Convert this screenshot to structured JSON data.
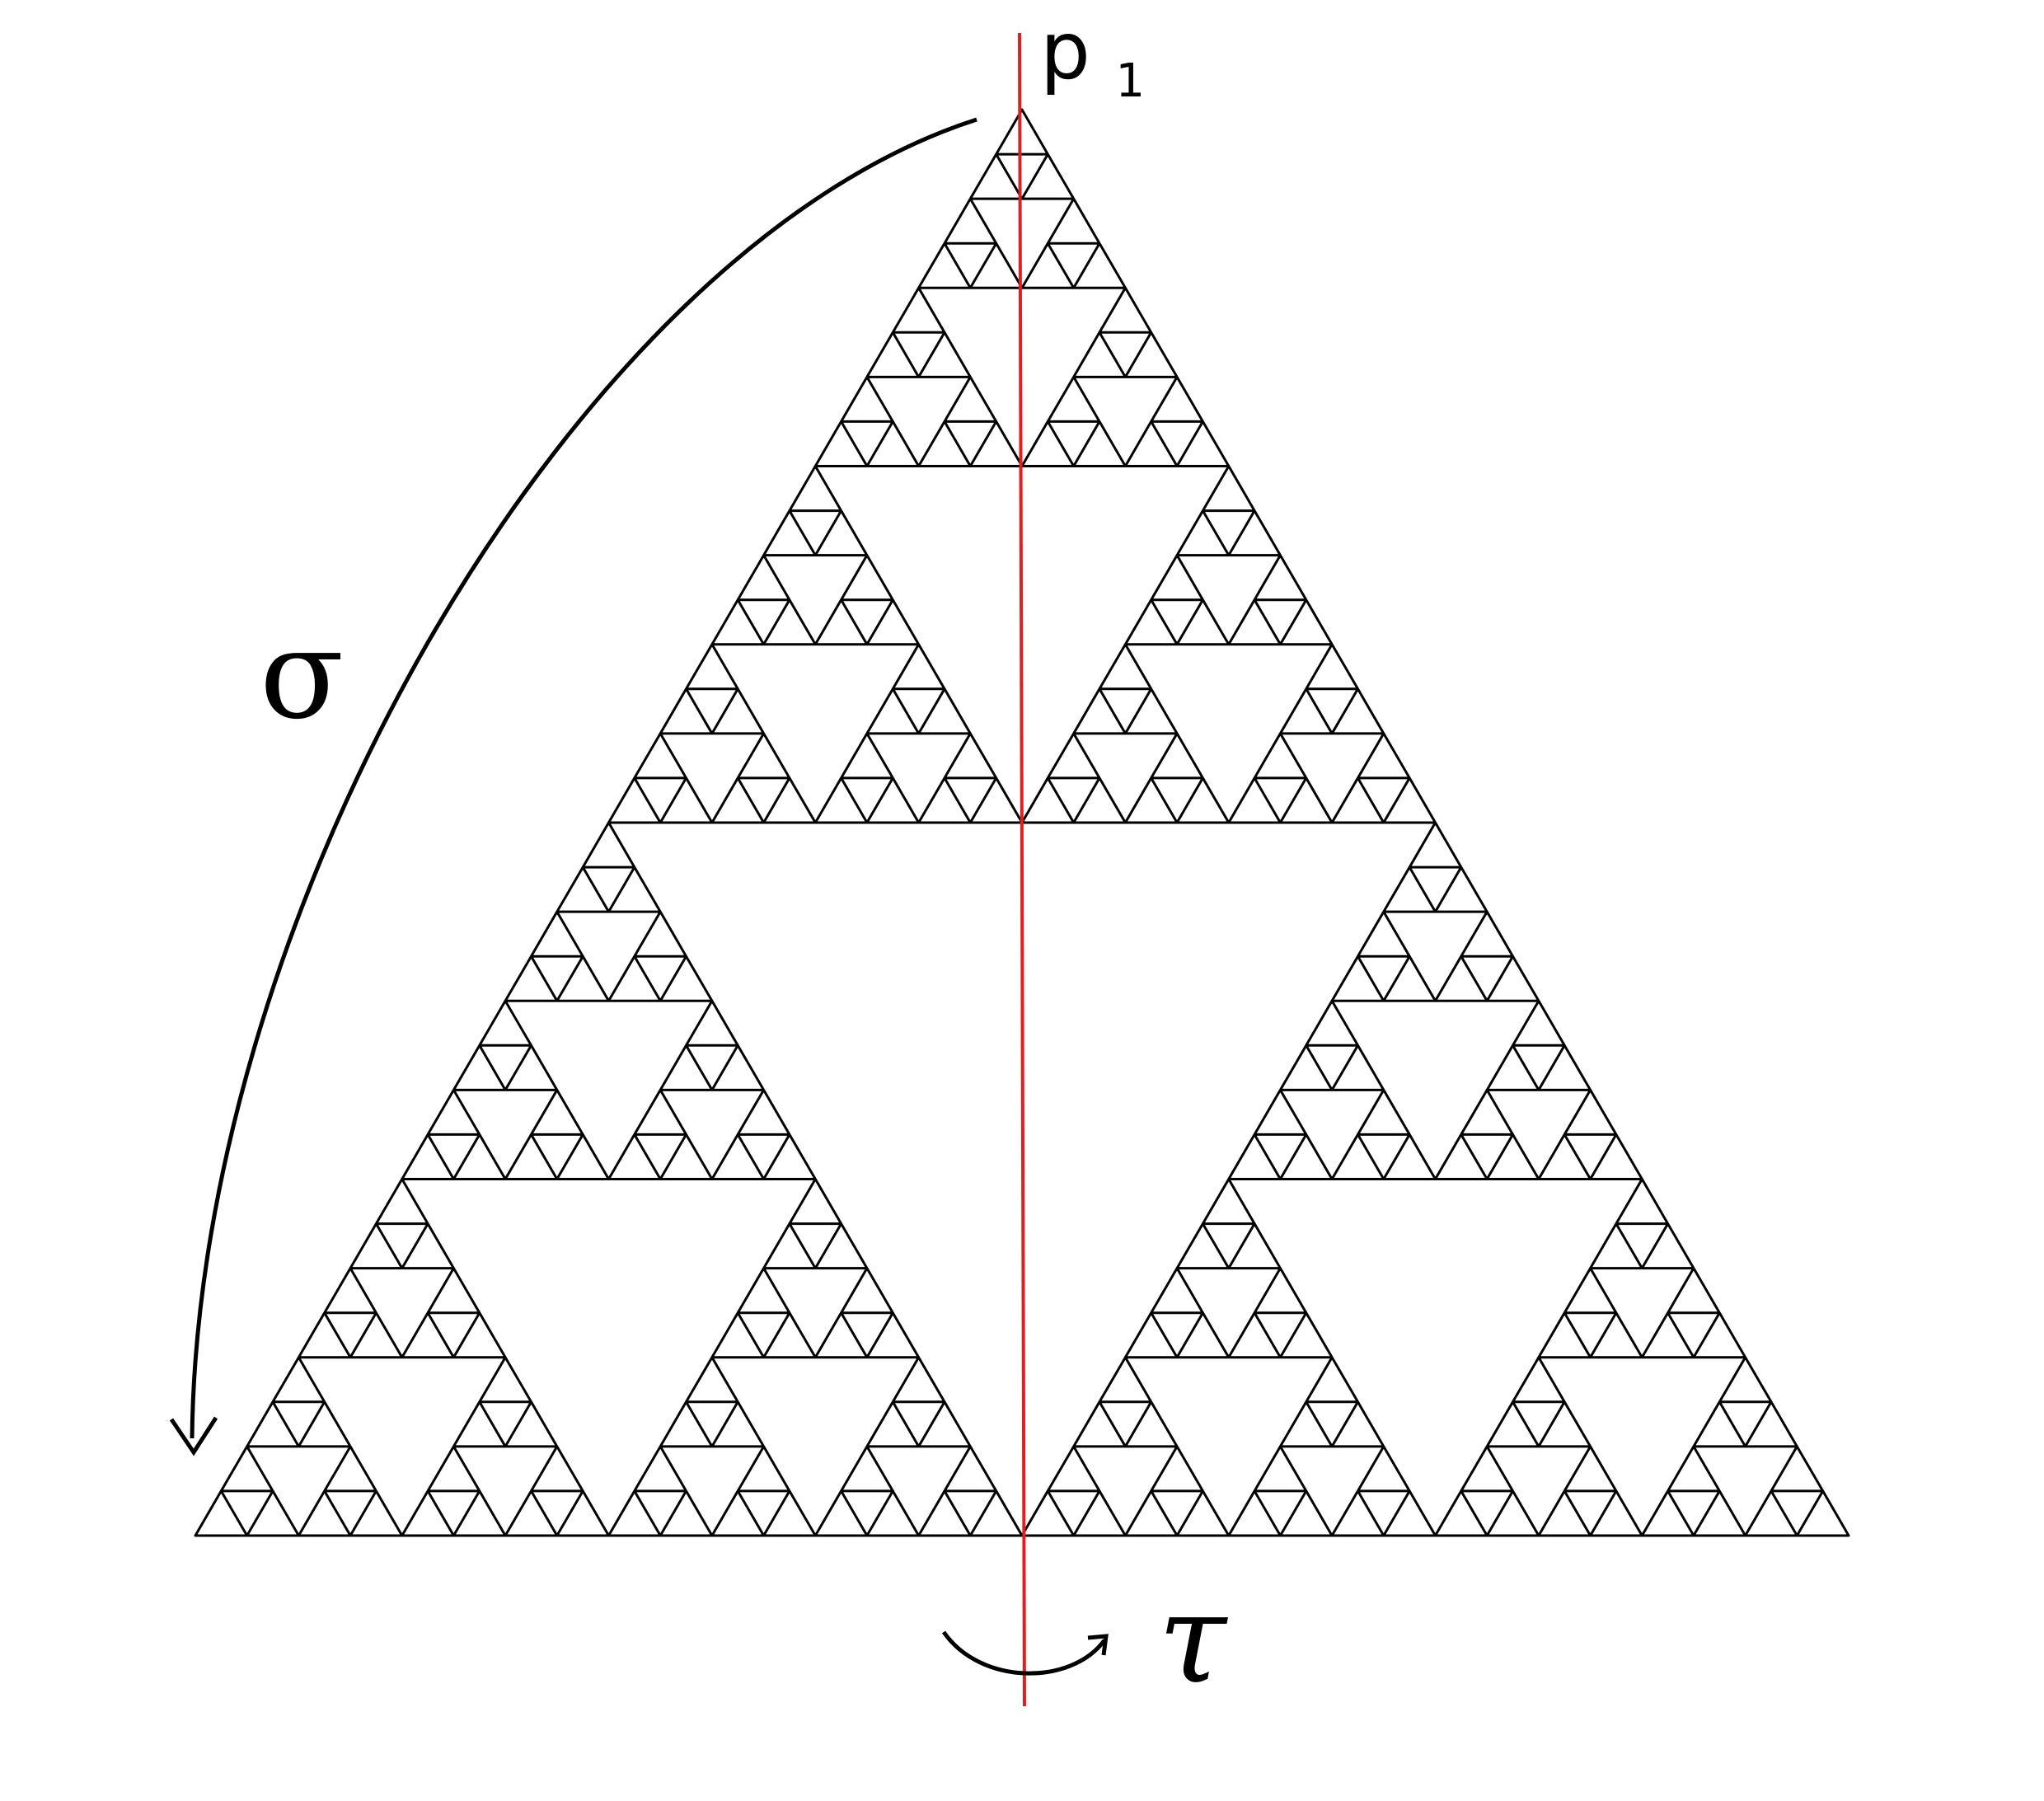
{
  "diagram": {
    "vertex_label": "p",
    "vertex_label_subscript": "1",
    "rotation_label": "σ",
    "reflection_label": "τ",
    "fractal_depth": 5,
    "colors": {
      "fractal_stroke": "#000000",
      "axis_line": "#e02020",
      "arrows": "#000000"
    }
  }
}
